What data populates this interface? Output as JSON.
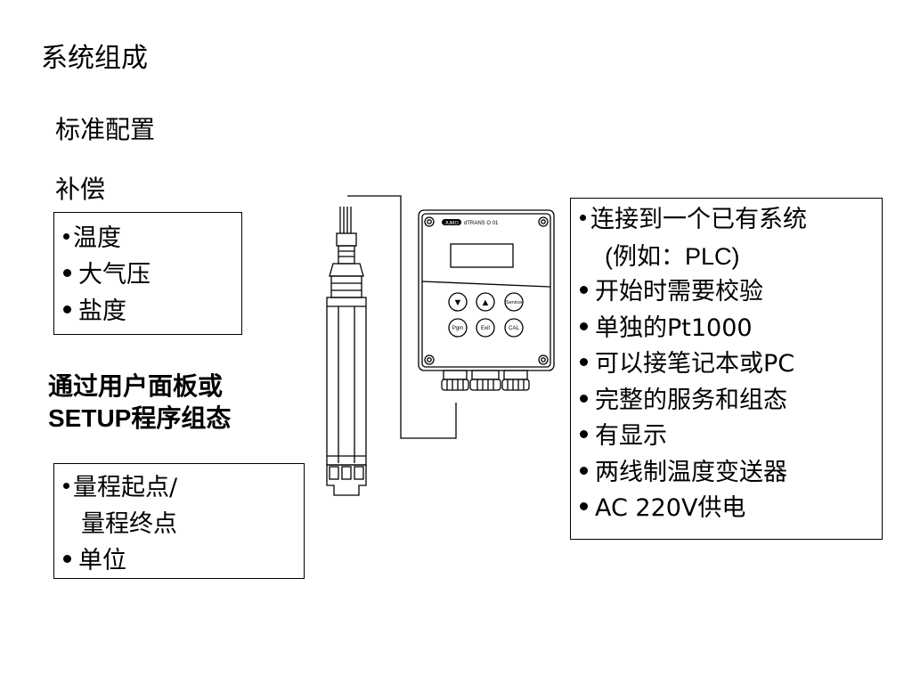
{
  "title": "系统组成",
  "standard_config": "标准配置",
  "compensation": {
    "heading": "补偿",
    "items": [
      "温度",
      "大气压",
      "盐度"
    ]
  },
  "panel_setup": {
    "line1": "通过用户面板或",
    "line2": "SETUP程序组态"
  },
  "range_box": {
    "items": [
      "量程起点/",
      "量程终点",
      "单位"
    ]
  },
  "features": {
    "items": [
      "连接到一个已有系统",
      "(例如：PLC)",
      "开始时需要校验",
      "单独的Pt1000",
      "可以接笔记本或PC",
      "完整的服务和组态",
      "有显示",
      "两线制温度变送器",
      "AC 220V供电"
    ]
  },
  "device": {
    "brand": "JUMO",
    "model": "dTRANS O 01",
    "buttons": {
      "down": "▼",
      "up": "▲",
      "service": "Service",
      "pgm": "Pgm",
      "exit": "Exit",
      "cal": "CAL"
    }
  }
}
